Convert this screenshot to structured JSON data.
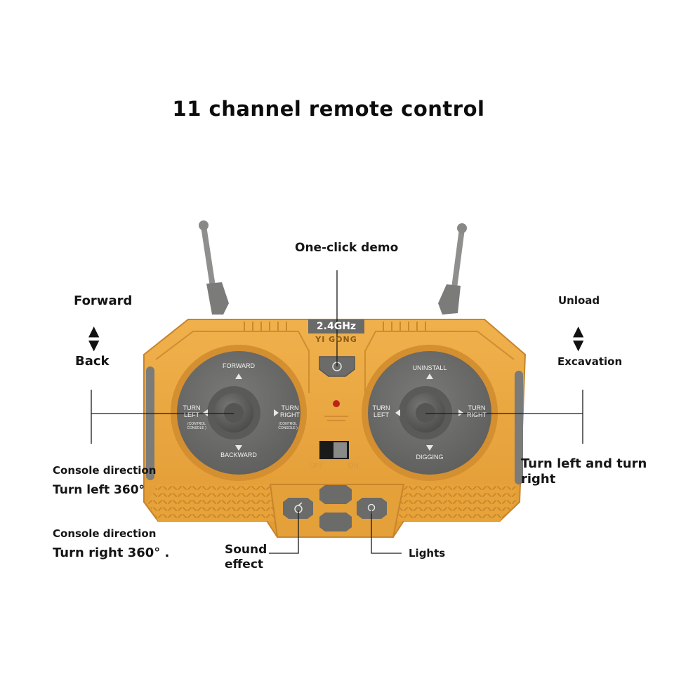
{
  "title": "11 channel remote control",
  "callouts": {
    "forward": "Forward",
    "back": "Back",
    "unload": "Unload",
    "excavation": "Excavation",
    "one_click_demo": "One-click demo",
    "console_direction_1": "Console direction",
    "turn_left_360": "Turn left 360°",
    "console_direction_2": "Console direction",
    "turn_right_360": "Turn right 360° .",
    "turn_left_right_line1": "Turn left and turn",
    "turn_left_right_line2": "right",
    "sound_effect_line1": "Sound",
    "sound_effect_line2": "effect",
    "lights": "Lights"
  },
  "remote": {
    "badge_freq": "2.4GHz",
    "badge_brand": "YI GONG",
    "left_stick": {
      "top": "FORWARD",
      "bottom": "BACKWARD",
      "left_line1": "TURN",
      "left_line2": "LEFT",
      "left_sub1": "(CONTROL",
      "left_sub2": "CONSOLE )",
      "right_line1": "TURN",
      "right_line2": "RIGHT",
      "right_sub1": "(CONTROL",
      "right_sub2": "CONSOLE )"
    },
    "right_stick": {
      "top": "UNINSTALL",
      "bottom": "DIGGING",
      "left_line1": "TURN",
      "left_line2": "LEFT",
      "right_line1": "TURN",
      "right_line2": "RIGHT"
    },
    "switch_off": "OFF",
    "switch_on": "ON"
  },
  "colors": {
    "body": "#e9a53c",
    "body_dark": "#c9832a",
    "body_light": "#f2b95a",
    "dial": "#6a6a68",
    "dial_dark": "#4c4c4a",
    "button_gray": "#6b6b69",
    "antenna": "#8a8a88",
    "led": "#c0201b"
  },
  "icons": [
    "demo-button-icon",
    "sound-icon",
    "light-icon",
    "up-down-arrow-icon"
  ]
}
